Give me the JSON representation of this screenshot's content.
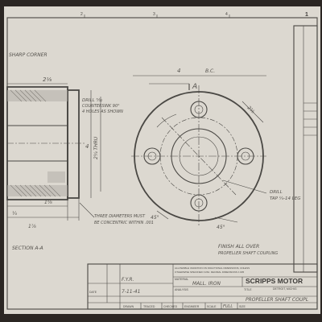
{
  "header": {
    "sheet_number": "1",
    "location_marks": [
      "2",
      "3",
      "4"
    ]
  },
  "notes": {
    "sharp_corner": "SHARP CORNER",
    "drill_note_1": "DRILL ⁵⁄₃₂",
    "drill_note_2": "COUNTERSINK 90°",
    "drill_note_3": "4 HOLES AS SHOWN",
    "three_diameters_1": "THREE DIAMETERS MUST",
    "three_diameters_2": "BE CONCENTRIC WITHIN .001",
    "section_label": "SECTION A-A",
    "section_letter": "A",
    "drill_tap_1": "DRILL",
    "drill_tap_2": "TAP ¼-14 LEG",
    "finish_1": "FINISH ALL OVER",
    "finish_2": "PROPELLER SHAFT COUPLING"
  },
  "dimensions": {
    "d1": "2⅛",
    "d2": "4",
    "d3": "2¾ THRU",
    "d4": "1⅝",
    "d5": "1⅞",
    "d6": "B.C.",
    "d7": "45°",
    "d8": "45°",
    "d9": "4",
    "d10": "2⅛",
    "d11": "¼"
  },
  "title_block": {
    "company": "SCRIPPS MOTOR",
    "city": "DETROIT, MICHIG",
    "tolerance_1": "ALLOWABLE VARIATION ON FRACTIONAL DIMENSIONS, UNLESS",
    "tolerance_2": "OTHERWISE SPECIFIED ±1/64. DECIMAL DIMENSIONS ±.005",
    "material_label": "MATERIAL",
    "material": "MALL. IRON",
    "analysis_label": "ANALYSIS",
    "title_label": "TITLE",
    "title": "PROPELLER SHAFT COUPL",
    "date_label": "DATE",
    "date": "7-11-41",
    "drawn_by": "F.Y.R.",
    "drawn_label": "DRAWN",
    "traced_label": "TRACED",
    "checked_label": "CHECKED",
    "engineer_label": "ENGINEER",
    "scale_label": "SCALE",
    "scale": "FULL",
    "size_label": "SIZE"
  }
}
